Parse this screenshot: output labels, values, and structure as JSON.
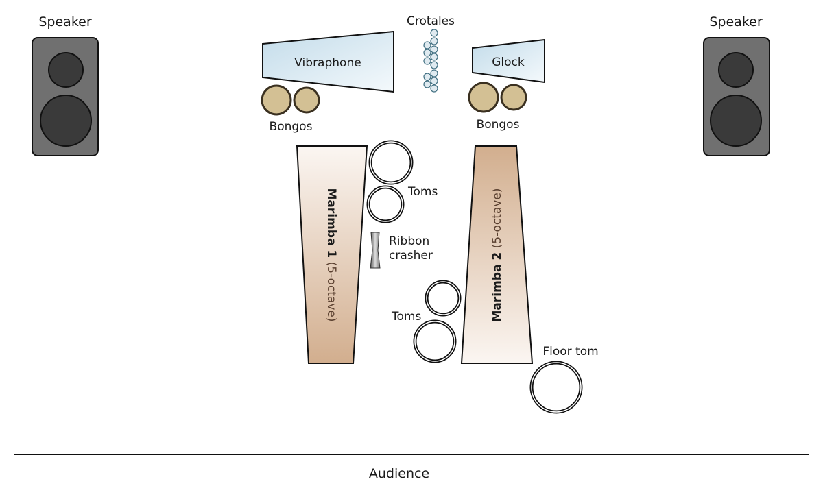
{
  "speakers": [
    {
      "label": "Speaker"
    },
    {
      "label": "Speaker"
    }
  ],
  "vibraphone": {
    "label": "Vibraphone"
  },
  "glock": {
    "label": "Glock"
  },
  "crotales": {
    "label": "Crotales"
  },
  "bongos": [
    {
      "label": "Bongos"
    },
    {
      "label": "Bongos"
    }
  ],
  "marimba1": {
    "label": "Marimba 1",
    "detail": " (5-octave)"
  },
  "marimba2": {
    "label": "Marimba 2",
    "detail": " (5-octave)"
  },
  "toms": [
    {
      "label": "Toms"
    },
    {
      "label": "Toms"
    }
  ],
  "ribbon_crasher": {
    "line1": "Ribbon",
    "line2": "crasher"
  },
  "floor_tom": {
    "label": "Floor tom"
  },
  "audience": {
    "label": "Audience"
  },
  "colors": {
    "speaker_body": "#707070",
    "speaker_cone": "#3a3a3a",
    "bongo": "#d3c094",
    "marimba": "#d2ae8e",
    "keyboard_blue": "#c9e1ed"
  }
}
